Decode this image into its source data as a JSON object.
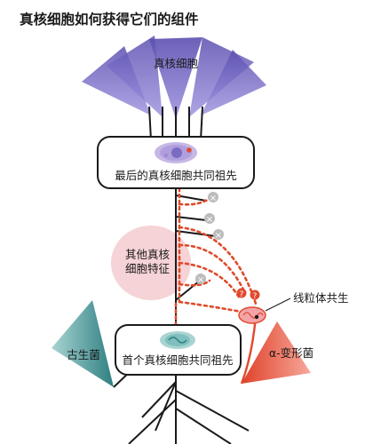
{
  "title": "真核细胞如何获得它们的组件",
  "labels": {
    "eukaryotic_cells": "真核细胞",
    "lastcommon": "最后的真核细胞共同祖先",
    "otherfeatures_line1": "其他真核",
    "otherfeatures_line2": "细胞特征",
    "mito": "线粒体共生",
    "firstcommon": "首个真核细胞共同祖先",
    "archaea": "古生菌",
    "alpha": "α-变形菌"
  },
  "markers": {
    "lost": "×",
    "unknown": "?"
  },
  "colors": {
    "fan_purple": "#7b6fcf",
    "archaea_teal": "#4a9ea0",
    "alpha_red": "#ea5b45",
    "dotted_red": "#e04a2c",
    "pink_blob": "#f6d3d6",
    "tree_line": "#1a1a1a"
  }
}
